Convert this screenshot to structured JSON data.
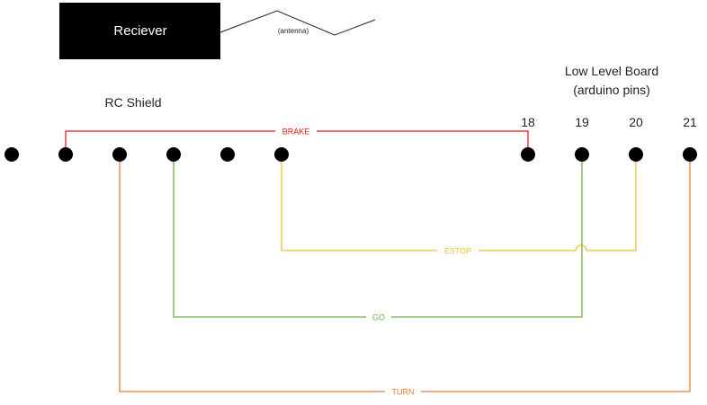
{
  "receiver": {
    "label": "Reciever",
    "antenna_label": "(antenna)"
  },
  "rc_shield": {
    "title": "RC Shield",
    "pin_count": 6
  },
  "low_level_board": {
    "title_line1": "Low Level Board",
    "title_line2": "(arduino pins)",
    "pins": [
      "18",
      "19",
      "20",
      "21"
    ]
  },
  "wires": [
    {
      "name": "BRAKE",
      "color": "#e31c1c",
      "from_shield_pin": 2,
      "to_board_pin": "18"
    },
    {
      "name": "ESTOP",
      "color": "#f2c12e",
      "from_shield_pin": 6,
      "to_board_pin": "20"
    },
    {
      "name": "GO",
      "color": "#70ad47",
      "from_shield_pin": 4,
      "to_board_pin": "19"
    },
    {
      "name": "TURN",
      "color": "#ed7d31",
      "from_shield_pin": 3,
      "to_board_pin": "21"
    }
  ],
  "colors": {
    "box": "#000000",
    "dot": "#000000"
  }
}
